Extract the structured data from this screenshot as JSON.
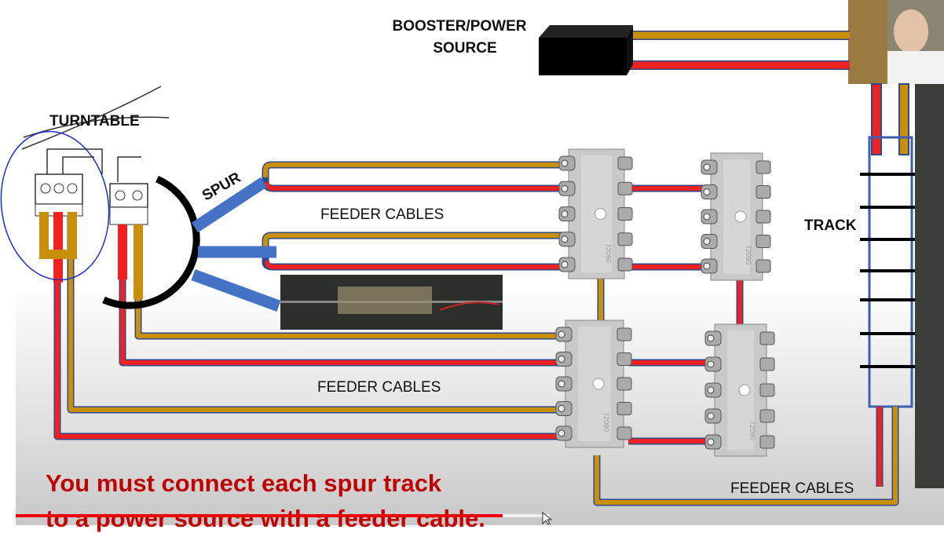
{
  "labels": {
    "booster_line1": "BOOSTER/POWER",
    "booster_line2": "SOURCE",
    "turntable": "TURNTABLE",
    "spur": "SPUR",
    "track": "TRACK",
    "feeder_top": "FEEDER CABLES",
    "feeder_mid": "FEEDER CABLES",
    "feeder_bottom": "FEEDER CABLES",
    "distributor_part": "72090"
  },
  "caption": {
    "line1": "You must connect each spur track",
    "line2": "to a power source with a feeder cable."
  },
  "colors": {
    "red_wire": "#ee2222",
    "gold_wire": "#c8900a",
    "spur_blue": "#4472c4",
    "caption_red": "#c00000",
    "ellipse": "#1a2fd0"
  }
}
